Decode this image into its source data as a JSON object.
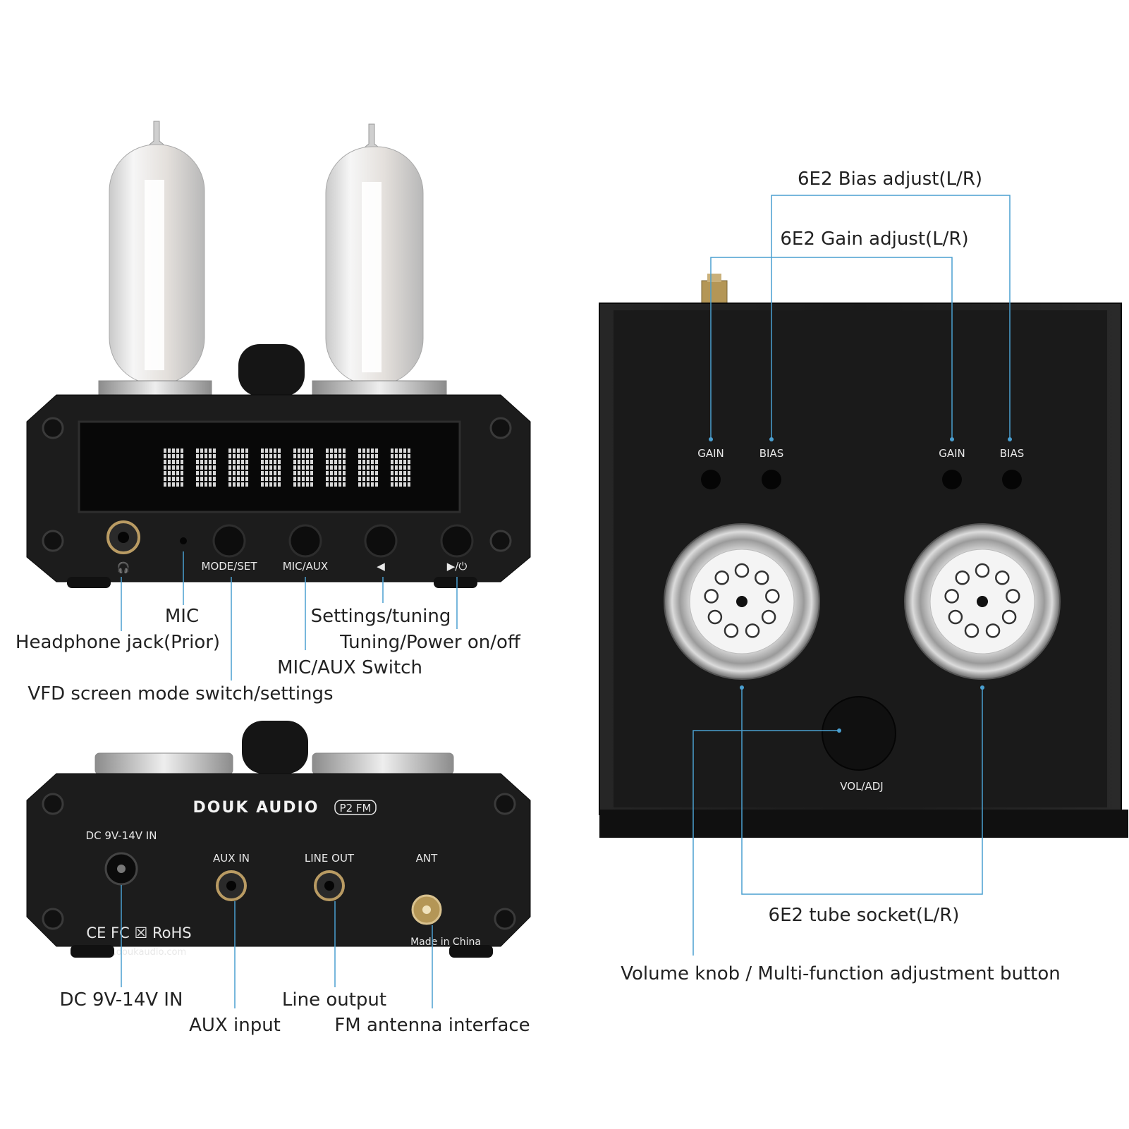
{
  "colors": {
    "leader": "#4a9fd0",
    "device": "#1c1c1c",
    "text": "#222222",
    "device_text": "#e8e8e8"
  },
  "front": {
    "buttons": {
      "mode": "MODE/SET",
      "mic_aux": "MIC/AUX",
      "prev": "◀",
      "play_power": "▶/⏻"
    },
    "headphone_glyph": "🎧",
    "callouts": {
      "mic": "MIC",
      "headphone": "Headphone jack(Prior)",
      "settings": "Settings/tuning",
      "tuning_power": "Tuning/Power on/off",
      "mic_aux_switch": "MIC/AUX Switch",
      "vfd_mode": "VFD screen mode switch/settings"
    }
  },
  "rear": {
    "brand": "DOUK AUDIO",
    "model": "P2 FM",
    "ports": {
      "dc": "DC 9V-14V IN",
      "aux": "AUX IN",
      "line": "LINE OUT",
      "ant": "ANT"
    },
    "certs": "CE FC ☒ RoHS",
    "website": "www.doukaudio.com",
    "made_in": "Made in China",
    "callouts": {
      "dc": "DC 9V-14V IN",
      "line_output": "Line output",
      "aux_input": "AUX input",
      "fm_antenna": "FM antenna interface"
    }
  },
  "top": {
    "labels": {
      "gain_l": "GAIN",
      "bias_l": "BIAS",
      "gain_r": "GAIN",
      "bias_r": "BIAS",
      "vol": "VOL/ADJ"
    },
    "callouts": {
      "bias": "6E2  Bias adjust(L/R)",
      "gain": "6E2  Gain adjust(L/R)",
      "socket": "6E2 tube socket(L/R)",
      "volume": "Volume knob / Multi-function adjustment button"
    }
  }
}
